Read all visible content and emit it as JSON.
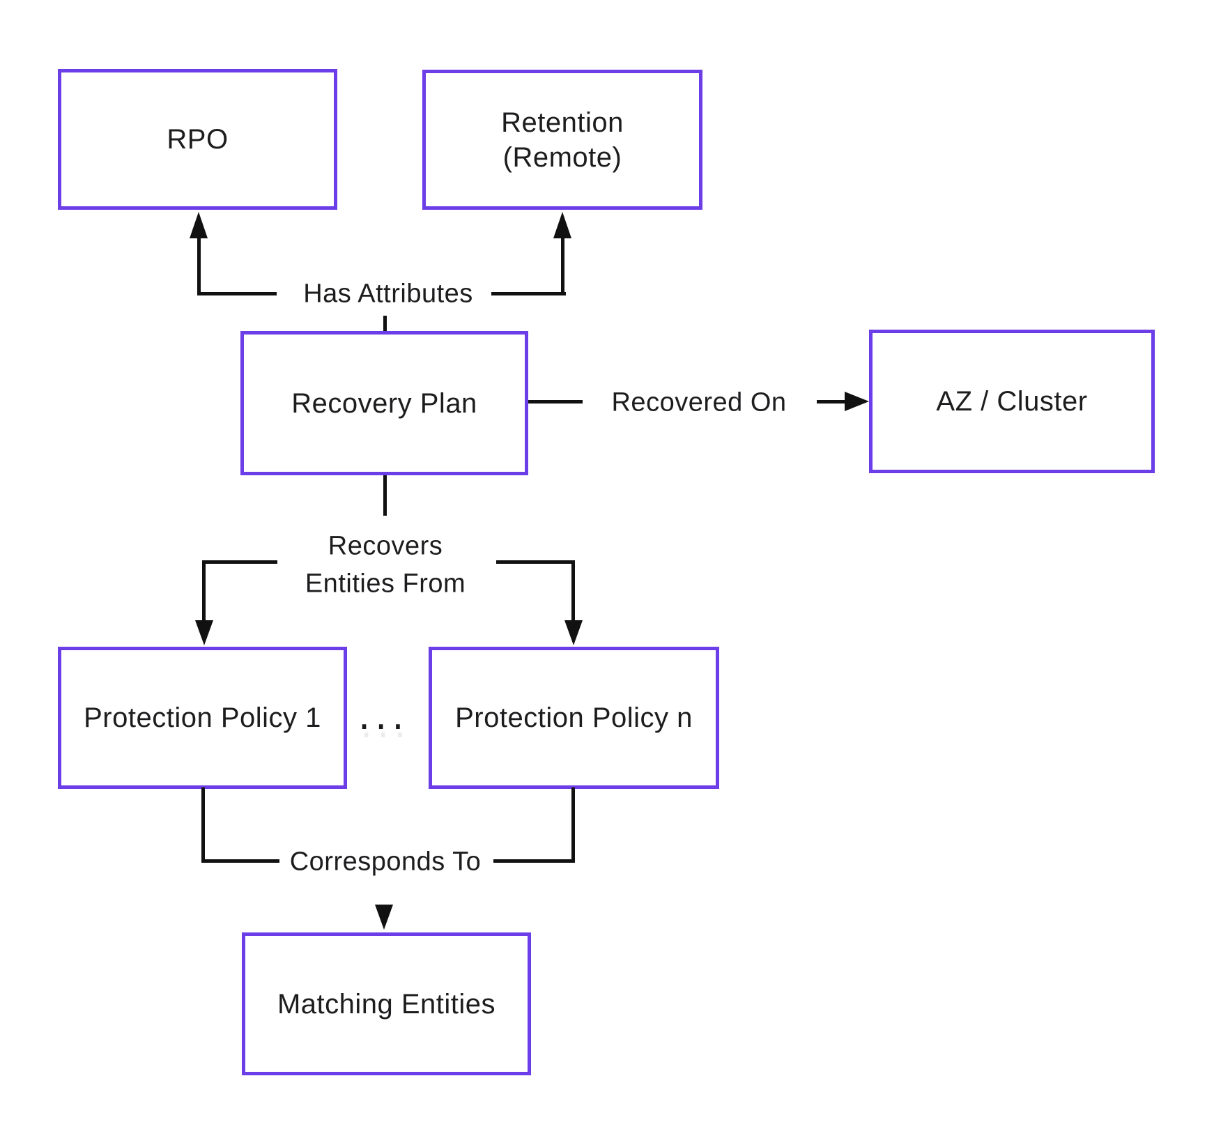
{
  "diagram": {
    "nodes": {
      "rpo": {
        "label": "RPO"
      },
      "retention": {
        "label": "Retention",
        "sublabel": "(Remote)"
      },
      "recovery_plan": {
        "label": "Recovery Plan"
      },
      "az_cluster": {
        "label": "AZ / Cluster"
      },
      "protection_policy_1": {
        "label": "Protection Policy 1"
      },
      "protection_policy_n": {
        "label": "Protection Policy n"
      },
      "matching_entities": {
        "label": "Matching Entities"
      },
      "ellipsis": "..."
    },
    "edges": {
      "has_attributes": {
        "label": "Has Attributes"
      },
      "recovered_on": {
        "label": "Recovered On"
      },
      "recovers_entities_from": {
        "line1": "Recovers",
        "line2": "Entities From"
      },
      "corresponds_to": {
        "label": "Corresponds To"
      }
    },
    "colors": {
      "node_border": "#6c3ee8",
      "connector": "#111111",
      "text": "#1d1d1f",
      "background": "#ffffff"
    }
  }
}
